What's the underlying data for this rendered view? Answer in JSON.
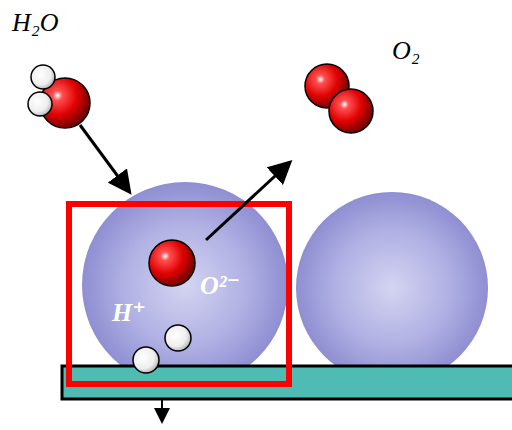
{
  "diagram": {
    "labels": [
      "H₂O",
      "O₂",
      "O²⁻",
      "H⁺"
    ]
  }
}
